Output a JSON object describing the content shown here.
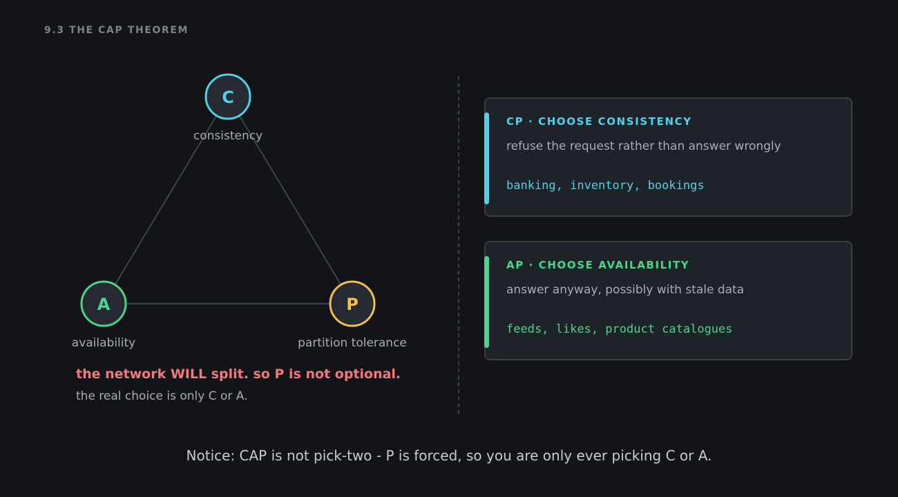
{
  "section": {
    "label": "9.3  THE CAP THEOREM"
  },
  "diagram": {
    "nodes": {
      "c": {
        "letter": "C",
        "label": "consistency",
        "color": "#4fd1e8"
      },
      "a": {
        "letter": "A",
        "label": "availability",
        "color": "#4cd58a"
      },
      "p": {
        "letter": "P",
        "label": "partition tolerance",
        "color": "#f2c04c"
      }
    },
    "warning": "the network WILL split. so P is not optional.",
    "warning_sub": "the real choice is only C or A.",
    "warning_color": "#f07a7a"
  },
  "cards": {
    "cp": {
      "title": "CP · CHOOSE CONSISTENCY",
      "description": "refuse the request rather than answer wrongly",
      "examples": "banking, inventory, bookings",
      "color": "#4fd1e8"
    },
    "ap": {
      "title": "AP · CHOOSE AVAILABILITY",
      "description": "answer anyway, possibly with stale data",
      "examples": "feeds, likes, product catalogues",
      "color": "#4cd58a"
    }
  },
  "footer": {
    "notice": "Notice: CAP is not pick-two - P is forced, so you are only ever picking C or A."
  }
}
